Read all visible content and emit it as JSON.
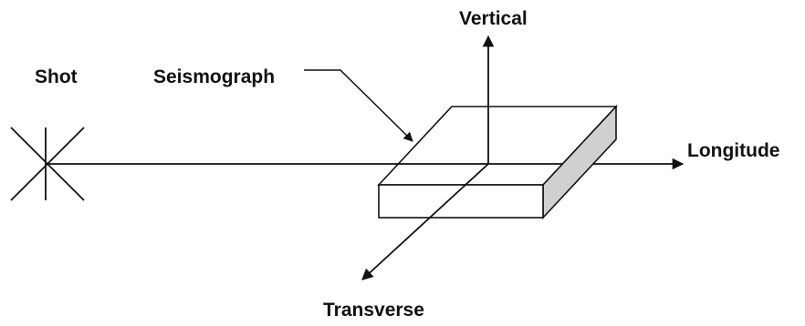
{
  "labels": {
    "shot": "Shot",
    "seismograph": "Seismograph",
    "vertical": "Vertical",
    "longitude": "Longitude",
    "transverse": "Transverse"
  },
  "colors": {
    "stroke": "#111111",
    "box_top": "#ffffff",
    "box_front": "#ffffff",
    "box_side": "#d0d0d0",
    "text": "#111111"
  },
  "icons": {
    "shot": "star-burst-icon"
  }
}
